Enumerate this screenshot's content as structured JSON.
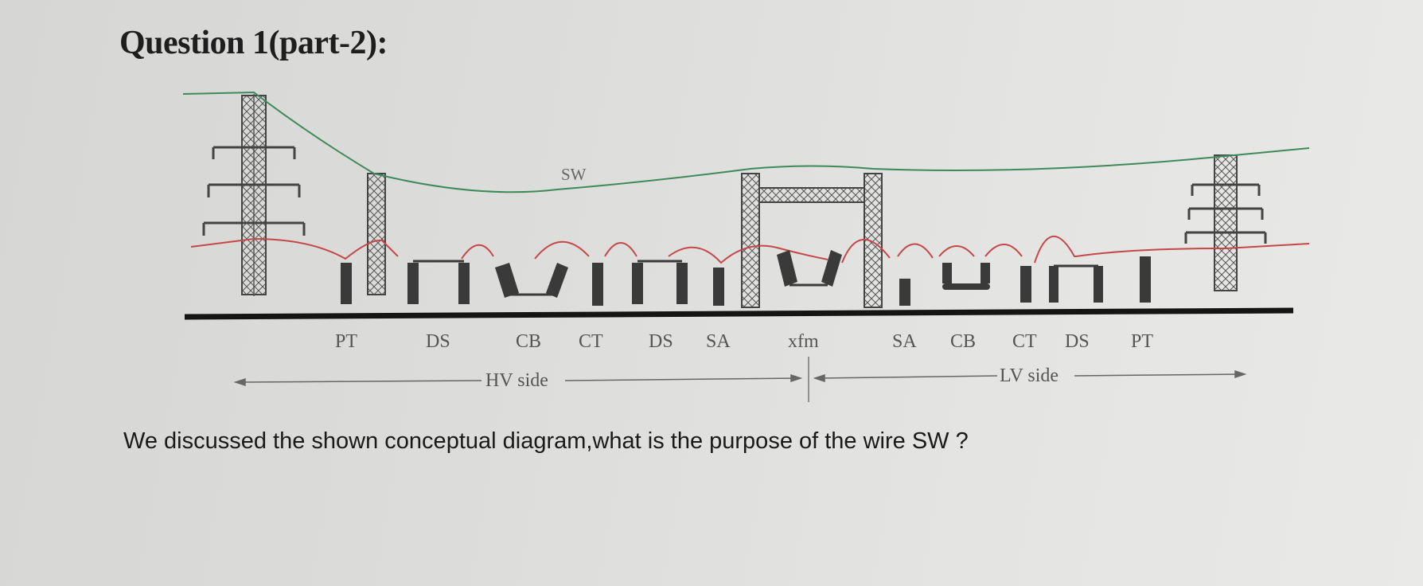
{
  "title": "Question 1(part-2):",
  "question": "We discussed the shown conceptual diagram,what is the purpose of the wire SW ?",
  "diagram": {
    "wire_label": "SW",
    "components": [
      {
        "id": "pt-hv",
        "label": "PT"
      },
      {
        "id": "ds-hv",
        "label": "DS"
      },
      {
        "id": "cb-hv",
        "label": "CB"
      },
      {
        "id": "ct-hv",
        "label": "CT"
      },
      {
        "id": "ds2-hv",
        "label": "DS"
      },
      {
        "id": "sa-hv",
        "label": "SA"
      },
      {
        "id": "xfm",
        "label": "xfm"
      },
      {
        "id": "sa-lv",
        "label": "SA"
      },
      {
        "id": "cb-lv",
        "label": "CB"
      },
      {
        "id": "ct-lv",
        "label": "CT"
      },
      {
        "id": "ds-lv",
        "label": "DS"
      },
      {
        "id": "pt-lv",
        "label": "PT"
      }
    ],
    "hv_side_label": "HV side",
    "lv_side_label": "LV side",
    "colors": {
      "shield_wire": "#3f8a5a",
      "conductor": "#c44848",
      "ground": "#151515",
      "equipment": "#3a3a3a"
    }
  }
}
